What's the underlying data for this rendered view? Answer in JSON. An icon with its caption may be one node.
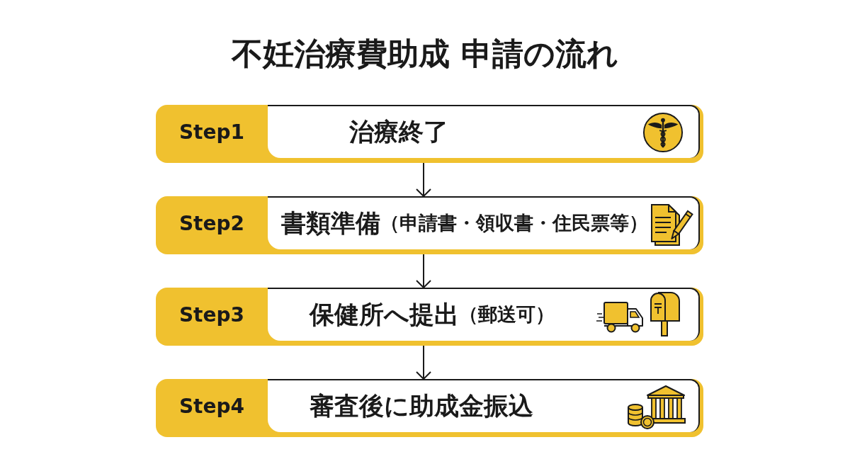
{
  "diagram": {
    "title": "不妊治療費助成 申請の流れ",
    "nodes": [
      {
        "text": [
          "Step1",
          "治療終了"
        ]
      },
      {
        "text": [
          "Step2",
          "書類準備",
          "（申請書・領収書・住民票等）"
        ]
      },
      {
        "text": [
          "Step3",
          "保健所へ提出",
          "（郵送可）"
        ]
      },
      {
        "text": [
          "Step4",
          "審査後に助成金振込"
        ]
      }
    ],
    "edges": [
      {
        "from": 0,
        "to": 1,
        "arrow": "to"
      },
      {
        "from": 1,
        "to": 2,
        "arrow": "to"
      },
      {
        "from": 2,
        "to": 3,
        "arrow": "to"
      }
    ]
  }
}
